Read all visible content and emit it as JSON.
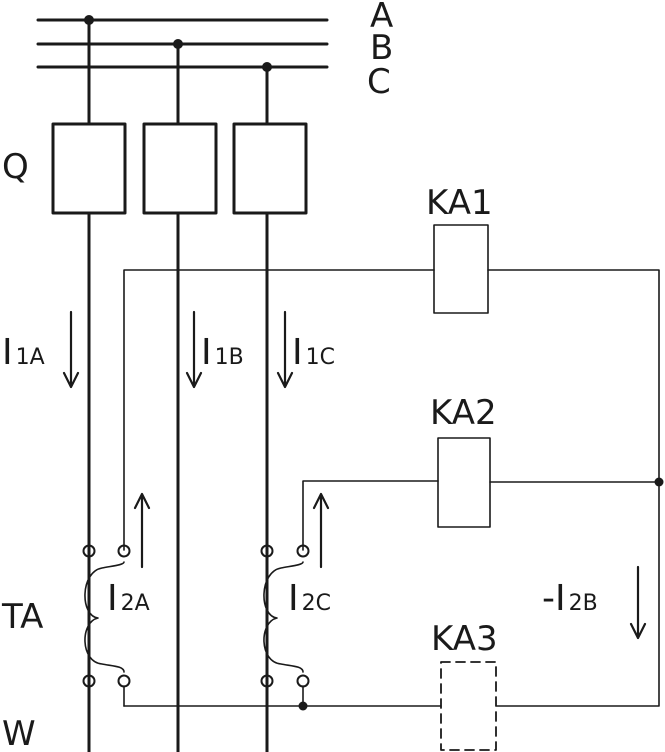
{
  "phases": {
    "a": "A",
    "b": "B",
    "c": "C"
  },
  "breaker": "Q",
  "ct": "TA",
  "wire": "W",
  "relays": {
    "ka1": "KA1",
    "ka2": "KA2",
    "ka3": "KA3"
  },
  "currents": {
    "i1a": {
      "main": "I",
      "sub": "1A"
    },
    "i1b": {
      "main": "I",
      "sub": "1B"
    },
    "i1c": {
      "main": "I",
      "sub": "1C"
    },
    "i2a": {
      "main": "I",
      "sub": "2A"
    },
    "i2c": {
      "main": "I",
      "sub": "2C"
    },
    "i2b": {
      "main": "-I",
      "sub": "2B"
    }
  }
}
